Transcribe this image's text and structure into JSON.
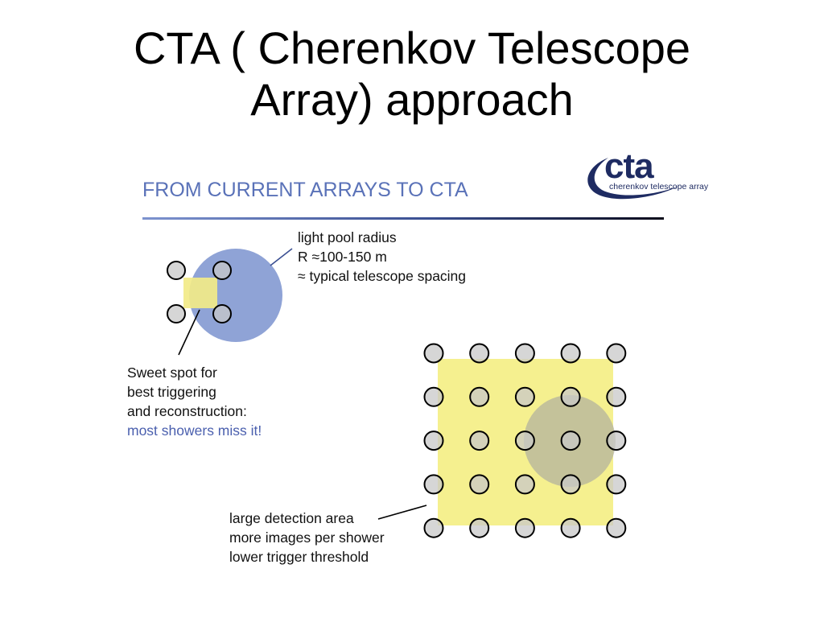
{
  "title": {
    "line1": "CTA ( Cherenkov Telescope",
    "line2": "Array) approach"
  },
  "figure": {
    "heading": "FROM CURRENT ARRAYS TO CTA",
    "logo": {
      "text": "cta",
      "subtitle": "cherenkov telescope array"
    },
    "light_pool_note": {
      "lines": [
        "light pool radius",
        "R ≈100-150 m",
        "≈ typical telescope spacing"
      ]
    },
    "sweet_spot_note": {
      "lines": [
        "Sweet spot for",
        "best triggering",
        "and reconstruction:"
      ],
      "highlight": "most showers miss it!"
    },
    "large_area_note": {
      "lines": [
        "large detection area",
        "more images per shower",
        "lower trigger threshold"
      ]
    },
    "small_array": {
      "rows": 2,
      "cols": 2
    },
    "large_array": {
      "rows": 5,
      "cols": 5
    },
    "colors": {
      "telescope_fill": "#c8c8c8",
      "telescope_stroke": "#000000",
      "light_pool": "#8fa3d6",
      "trigger_area": "#f5f08f",
      "highlight_text": "#4a5fae",
      "heading": "#5a72b8",
      "logo": "#1e2b62"
    }
  }
}
